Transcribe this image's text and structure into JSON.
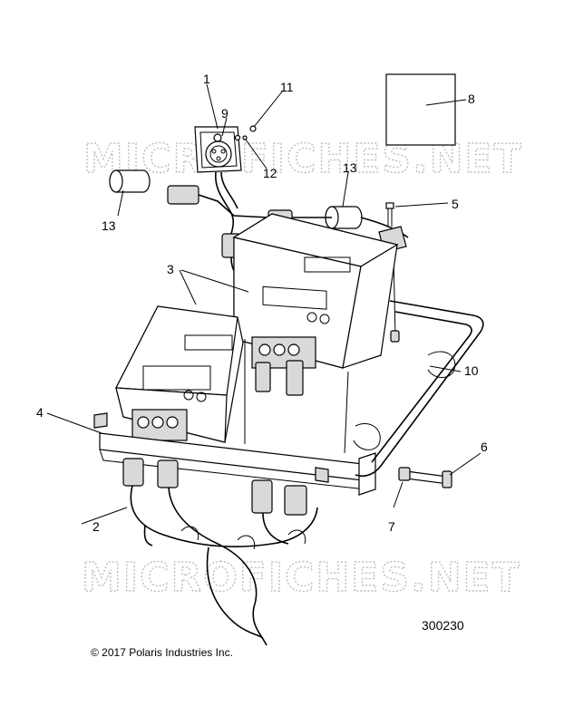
{
  "watermark": "MICROFICHES.NET",
  "figure_number": "300230",
  "copyright": "© 2017 Polaris Industries Inc.",
  "callouts": [
    "1",
    "2",
    "3",
    "4",
    "5",
    "6",
    "7",
    "8",
    "9",
    "10",
    "11",
    "12",
    "13",
    "13"
  ]
}
